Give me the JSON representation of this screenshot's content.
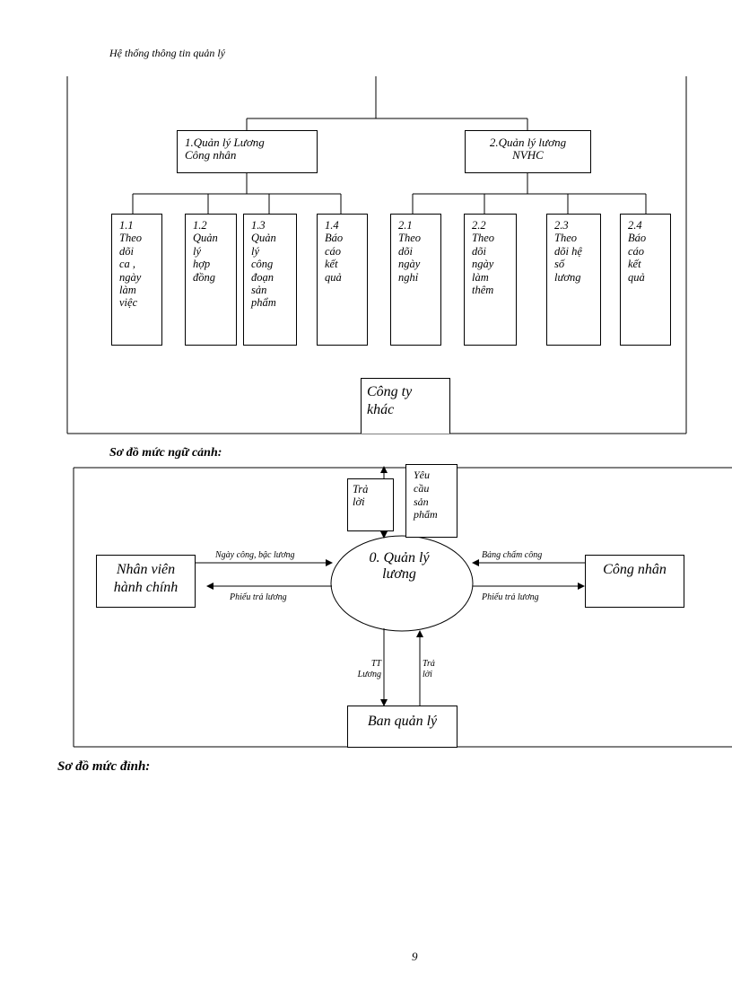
{
  "header": {
    "title": "Hệ thống thông tin quản lý"
  },
  "hierarchy": {
    "groups": [
      {
        "label_line1": "1.Quản lý Lương",
        "label_line2": "Công nhân"
      },
      {
        "label_line1": "2.Quản lý lương",
        "label_line2": "NVHC"
      }
    ],
    "leaves": [
      {
        "lines": [
          "1.1",
          "Theo",
          "dõi",
          "ca ,",
          "ngày",
          "làm",
          "việc"
        ]
      },
      {
        "lines": [
          "1.2",
          "Quản",
          "lý",
          "hợp",
          "đồng"
        ]
      },
      {
        "lines": [
          "1.3",
          "Quản",
          "lý",
          "công",
          "đoạn",
          "sản",
          "phẩm"
        ]
      },
      {
        "lines": [
          "1.4",
          "Báo",
          "cáo",
          "kết",
          "quả"
        ]
      },
      {
        "lines": [
          "2.1",
          "Theo",
          "dõi",
          "ngày",
          "nghỉ"
        ]
      },
      {
        "lines": [
          "2.2",
          "Theo",
          "dõi",
          "ngày",
          "làm",
          "thêm"
        ]
      },
      {
        "lines": [
          "2.3",
          "Theo",
          "dõi hệ",
          "số",
          "lương"
        ]
      },
      {
        "lines": [
          "2.4",
          "Báo",
          "cáo",
          "kết",
          "quả"
        ]
      }
    ],
    "other_company": {
      "line1": "Công ty",
      "line2": "khác"
    }
  },
  "context": {
    "title": "Sơ đồ mức ngữ cảnh:",
    "process": {
      "line1": "0. Quản lý",
      "line2": "lương"
    },
    "entities": {
      "admin_staff": {
        "line1": "Nhân viên",
        "line2": "hành chính"
      },
      "worker": "Công nhân",
      "management": "Ban quản lý"
    },
    "top_boxes": {
      "reply": {
        "line1": "Trả",
        "line2": "lời"
      },
      "request": {
        "lines": [
          "Yêu",
          "cầu",
          "sản",
          "phẩm"
        ]
      }
    },
    "flows": {
      "workday_salary": "Ngày công, bậc lương",
      "payslip_left": "Phiếu trả lương",
      "timesheet": "Bảng chấm công",
      "payslip_right": "Phiếu trả lương",
      "tt_line1": "TT",
      "tt_line2": "Lương",
      "reply_line1": "Trả",
      "reply_line2": "lời"
    }
  },
  "top_level": {
    "title": "Sơ đồ mức đỉnh:"
  },
  "page_number": "9"
}
